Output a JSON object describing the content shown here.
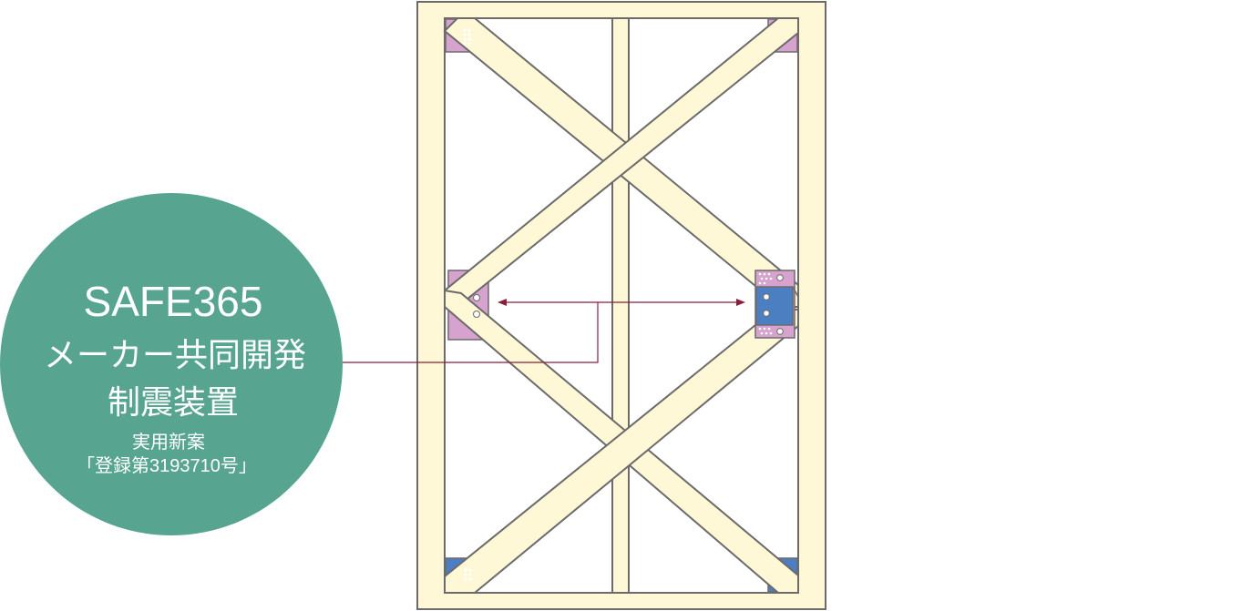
{
  "badge": {
    "title": "SAFE365",
    "line1": "メーカー共同開発",
    "line2": "制震装置",
    "note1": "実用新案",
    "note2": "「登録第3193710号」"
  },
  "colors": {
    "badge_fill": "#57a590",
    "timber_fill": "#fef8d6",
    "timber_stroke": "#6d6a6c",
    "plate_pink": "#d5a3cd",
    "plate_blue": "#4c7fc1",
    "arrow": "#8a1f3a"
  }
}
